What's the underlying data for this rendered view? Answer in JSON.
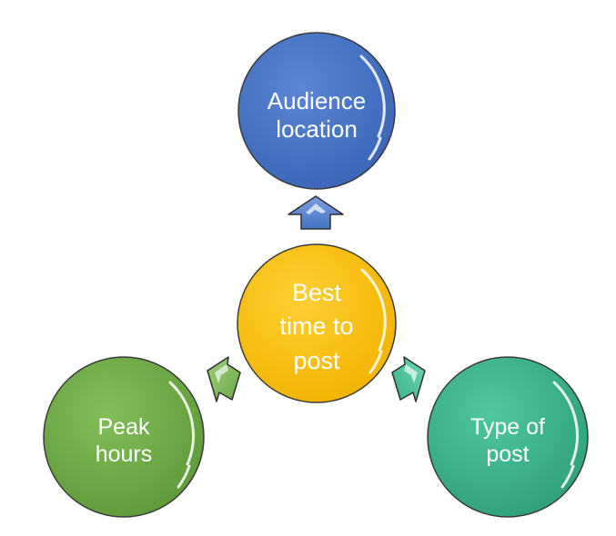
{
  "colors": {
    "center": "#ffc000",
    "top": "#4472c4",
    "left": "#70ad47",
    "right": "#3cb58f",
    "outline": "#3a3a3a"
  },
  "nodes": {
    "center": {
      "line1": "Best",
      "line2": "time to",
      "line3": "post"
    },
    "top": {
      "line1": "Audience",
      "line2": "location"
    },
    "left": {
      "line1": "Peak",
      "line2": "hours"
    },
    "right": {
      "line1": "Type of",
      "line2": "post"
    }
  },
  "arrows": [
    "up",
    "left",
    "right"
  ]
}
